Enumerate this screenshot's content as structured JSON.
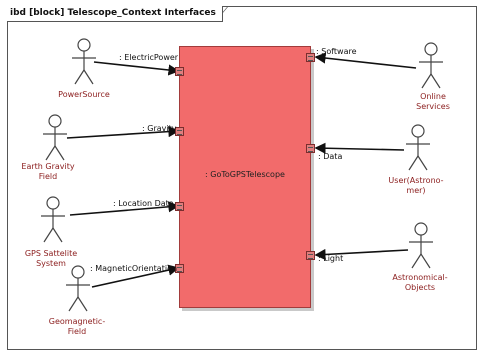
{
  "diagram": {
    "frame_title": "ibd [block] Telescope_Context Interfaces",
    "block_name": ": GoToGPSTelescope",
    "actors_left": [
      {
        "id": "power",
        "label": "PowerSource"
      },
      {
        "id": "gravity",
        "label": "Earth Gravity\nField"
      },
      {
        "id": "gps",
        "label": "GPS Sattelite\nSystem"
      },
      {
        "id": "geo",
        "label": "Geomagnetic-\nField"
      }
    ],
    "actors_right": [
      {
        "id": "online",
        "label": "Online\nServices"
      },
      {
        "id": "user",
        "label": "User(Astrono-\nmer)"
      },
      {
        "id": "astro",
        "label": "Astronomical-\nObjects"
      }
    ],
    "connectors": [
      {
        "id": "electric",
        "label": ": ElectricPower"
      },
      {
        "id": "gravity_conn",
        "label": ": Gravity"
      },
      {
        "id": "location",
        "label": ": Location Data"
      },
      {
        "id": "magnetic",
        "label": ": MagneticOrientation"
      },
      {
        "id": "software",
        "label": ": Software"
      },
      {
        "id": "data",
        "label": ": Data"
      },
      {
        "id": "light",
        "label": ": Light"
      }
    ],
    "colors": {
      "block_fill": "#f26b6b",
      "actor_text": "#8b1d1d",
      "line": "#111111"
    }
  }
}
